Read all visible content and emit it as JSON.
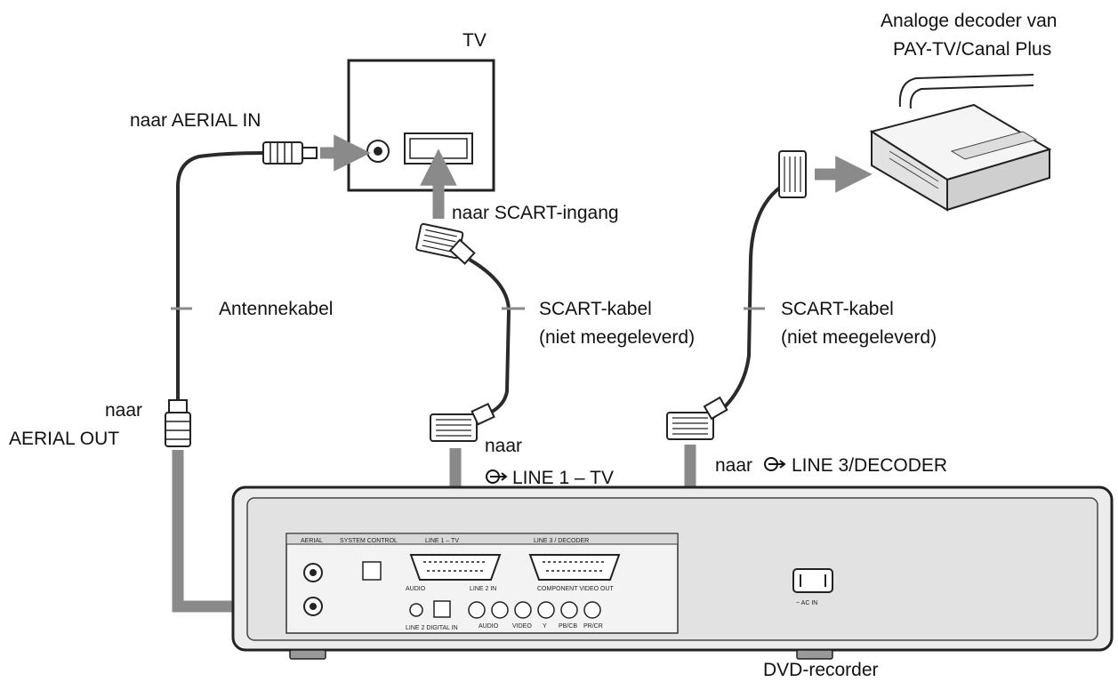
{
  "labels": {
    "tv": "TV",
    "decoder_line1": "Analoge decoder van",
    "decoder_line2": "PAY-TV/Canal Plus",
    "aerial_in": "naar AERIAL IN",
    "scart_in": "naar SCART-ingang",
    "antenna_cable": "Antennekabel",
    "scart_cable_1_line1": "SCART-kabel",
    "scart_cable_1_line2": "(niet meegeleverd)",
    "scart_cable_2_line1": "SCART-kabel",
    "scart_cable_2_line2": "(niet meegeleverd)",
    "aerial_out_line1": "naar",
    "aerial_out_line2": "AERIAL OUT",
    "line1_tv_line1": "naar",
    "line1_tv_line2": "LINE 1 – TV",
    "line3_decoder_prefix": "naar",
    "line3_decoder_text": "LINE 3/DECODER",
    "dvd_recorder": "DVD-recorder"
  },
  "panel": {
    "aerial": "AERIAL",
    "system_control": "SYSTEM CONTROL",
    "line1_tv": "LINE 1 – TV",
    "line3_decoder": "LINE 3 / DECODER",
    "line2_in": "LINE 2 IN",
    "component_video_out": "COMPONENT VIDEO OUT",
    "audio": "AUDIO",
    "video": "VIDEO",
    "y": "Y",
    "pb_cb": "PB/CB",
    "pr_cr": "PR/CR",
    "line2_digital_in": "LINE 2 DIGITAL IN",
    "ac_in": "~ AC IN"
  },
  "colors": {
    "arrow": "#8a8a8a",
    "cable": "#2a2a2a",
    "device_fill": "#e6e6e6",
    "device_stroke": "#222222"
  }
}
